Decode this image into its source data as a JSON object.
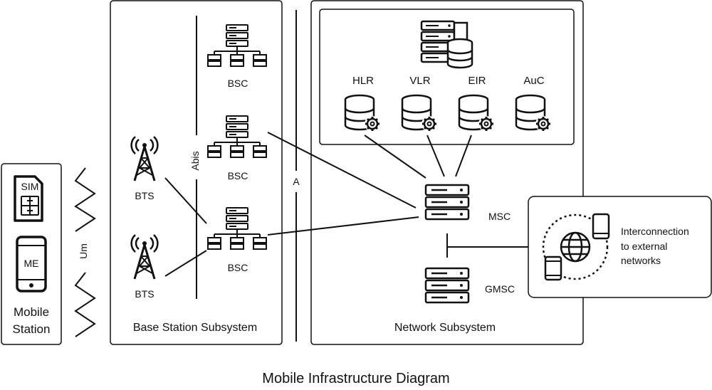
{
  "title": "Mobile Infrastructure Diagram",
  "mobile_station": {
    "label_line1": "Mobile",
    "label_line2": "Station",
    "sim_label": "SIM",
    "me_label": "ME"
  },
  "air_interface": {
    "label": "Um"
  },
  "base_station_subsystem": {
    "label": "Base Station Subsystem",
    "interface_label": "Abis",
    "bts_labels": [
      "BTS",
      "BTS"
    ],
    "bsc_labels": [
      "BSC",
      "BSC",
      "BSC"
    ]
  },
  "a_interface": {
    "label": "A"
  },
  "network_subsystem": {
    "label": "Network Subsystem",
    "databases": [
      "HLR",
      "VLR",
      "EIR",
      "AuC"
    ],
    "msc_label": "MSC",
    "gmsc_label": "GMSC"
  },
  "external": {
    "line1": "Interconnection",
    "line2": "to external",
    "line3": "networks"
  },
  "colors": {
    "stroke": "#111111",
    "background": "#ffffff"
  }
}
